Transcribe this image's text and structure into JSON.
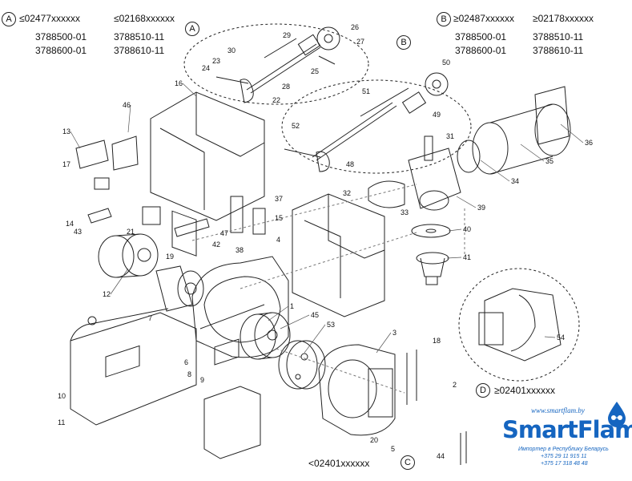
{
  "variant_a": {
    "letter": "A",
    "rows": [
      [
        "≤02477xxxxxx",
        "≤02168xxxxxx"
      ],
      [
        "3788500-01",
        "3788510-11"
      ],
      [
        "3788600-01",
        "3788610-11"
      ]
    ]
  },
  "variant_b": {
    "letter": "B",
    "rows": [
      [
        "≥02487xxxxxx",
        "≥02178xxxxxx"
      ],
      [
        "3788500-01",
        "3788510-11"
      ],
      [
        "3788600-01",
        "3788610-11"
      ]
    ]
  },
  "variant_c": {
    "letter": "C",
    "code": "<02401xxxxxx"
  },
  "variant_d": {
    "letter": "D",
    "code": "≥02401xxxxxx"
  },
  "group_tags": {
    "a": "A",
    "b": "B"
  },
  "part_numbers": [
    "1",
    "2",
    "3",
    "4",
    "5",
    "6",
    "7",
    "8",
    "9",
    "10",
    "11",
    "12",
    "13",
    "14",
    "15",
    "16",
    "17",
    "18",
    "19",
    "20",
    "21",
    "22",
    "23",
    "24",
    "25",
    "26",
    "27",
    "28",
    "29",
    "30",
    "31",
    "32",
    "33",
    "34",
    "35",
    "36",
    "37",
    "38",
    "39",
    "40",
    "41",
    "42",
    "43",
    "44",
    "45",
    "46",
    "47",
    "48",
    "49",
    "50",
    "51",
    "52",
    "53",
    "54"
  ],
  "logo": {
    "url": "www.smartflam.by",
    "brand": "SmartFlam",
    "line1": "Импортер в Республику Беларусь",
    "line2": "+375 29 11 915 11",
    "line3": "+375 17 318 48 48"
  },
  "colors": {
    "line": "#222222",
    "logo_blue": "#1565c0",
    "callout": "#555555"
  }
}
